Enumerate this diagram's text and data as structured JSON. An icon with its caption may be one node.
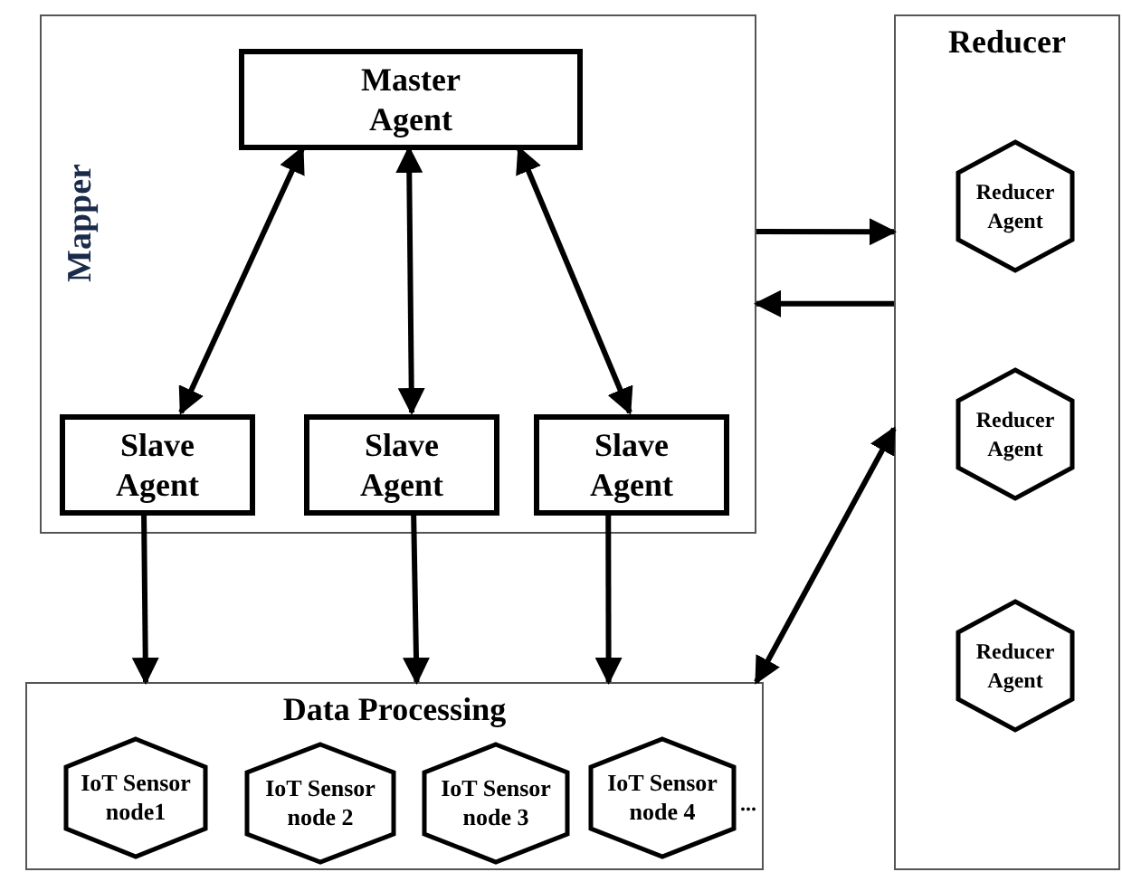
{
  "diagram": {
    "nodes": [
      {
        "text": [
          "Mapper"
        ]
      },
      {
        "text": [
          "Master Agent"
        ],
        "in": 0
      },
      {
        "text": [
          "Slave Agent"
        ],
        "in": 0
      },
      {
        "text": [
          "Slave Agent"
        ],
        "in": 0
      },
      {
        "text": [
          "Slave Agent"
        ],
        "in": 0
      },
      {
        "text": [
          "Data Processing"
        ]
      },
      {
        "text": [
          "IoT Sensor node1"
        ],
        "in": 5
      },
      {
        "text": [
          "IoT Sensor node 2"
        ],
        "in": 5
      },
      {
        "text": [
          "IoT Sensor node 3"
        ],
        "in": 5
      },
      {
        "text": [
          "IoT Sensor node 4"
        ],
        "in": 5,
        "beside": [
          "..."
        ]
      },
      {
        "text": [
          "Reducer"
        ]
      },
      {
        "text": [
          "Reducer Agent"
        ],
        "in": 10
      },
      {
        "text": [
          "Reducer Agent"
        ],
        "in": 10
      },
      {
        "text": [
          "Reducer Agent"
        ],
        "in": 10
      }
    ],
    "edges": [
      {
        "from": 1,
        "to": 2,
        "arrow": "both"
      },
      {
        "from": 1,
        "to": 3,
        "arrow": "both"
      },
      {
        "from": 1,
        "to": 4,
        "arrow": "both"
      },
      {
        "from": 2,
        "to": 5,
        "arrow": "to"
      },
      {
        "from": 3,
        "to": 5,
        "arrow": "to"
      },
      {
        "from": 4,
        "to": 5,
        "arrow": "to"
      },
      {
        "from": 0,
        "to": 10,
        "arrow": "to"
      },
      {
        "from": 10,
        "to": 0,
        "arrow": "to"
      },
      {
        "from": 10,
        "to": 5,
        "arrow": "both"
      }
    ]
  }
}
